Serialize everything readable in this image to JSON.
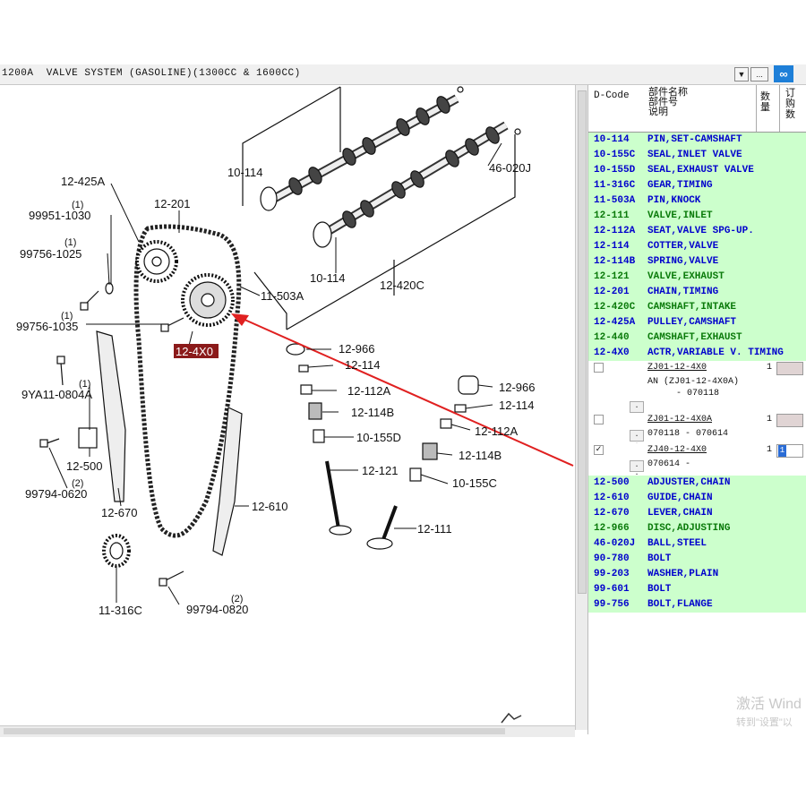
{
  "window": {
    "title": "1200A  VALVE SYSTEM (GASOLINE)(1300CC & 1600CC)",
    "dropdown_glyph": "▼",
    "more_glyph": "...",
    "link_glyph": "∞"
  },
  "diagram": {
    "labels": {
      "l_12_425A": "12-425A",
      "l_12_201": "12-201",
      "l_10_114_top": "10-114",
      "l_46_020J": "46-020J",
      "l_99951_qty": "(1)",
      "l_99951": "99951-1030",
      "l_99756a_qty": "(1)",
      "l_99756a": "99756-1025",
      "l_99756b_qty": "(1)",
      "l_99756b": "99756-1035",
      "l_10_114_mid": "10-114",
      "l_11_503A": "11-503A",
      "l_12_420C": "12-420C",
      "l_12_4X0": "12-4X0",
      "l_12_966a": "12-966",
      "l_12_114a": "12-114",
      "l_12_112Aa": "12-112A",
      "l_12_114Ba": "12-114B",
      "l_10_155D": "10-155D",
      "l_12_121": "12-121",
      "l_12_966b": "12-966",
      "l_12_114b": "12-114",
      "l_12_112Ab": "12-112A",
      "l_12_114Bb": "12-114B",
      "l_10_155C": "10-155C",
      "l_12_111": "12-111",
      "l_9YA11_qty": "(1)",
      "l_9YA11": "9YA11-0804A",
      "l_12_500": "12-500",
      "l_99794a_qty": "(2)",
      "l_99794a": "99794-0620",
      "l_12_670": "12-670",
      "l_12_610": "12-610",
      "l_11_316C": "11-316C",
      "l_99794b_qty": "(2)",
      "l_99794b": "99794-0820"
    }
  },
  "panel": {
    "header": {
      "code": "D-Code",
      "name1": "部件名称",
      "name2": "部件号",
      "name3": "说明",
      "qty": "数量",
      "order": "订购数"
    },
    "rows_top": [
      {
        "code": "10-114",
        "name": "PIN,SET-CAMSHAFT"
      },
      {
        "code": "10-155C",
        "name": "SEAL,INLET VALVE"
      },
      {
        "code": "10-155D",
        "name": "SEAL,EXHAUST VALVE"
      },
      {
        "code": "11-316C",
        "name": "GEAR,TIMING"
      },
      {
        "code": "11-503A",
        "name": "PIN,KNOCK"
      },
      {
        "code": "12-111",
        "name": "VALVE,INLET"
      },
      {
        "code": "12-112A",
        "name": "SEAT,VALVE SPG-UP."
      },
      {
        "code": "12-114",
        "name": "COTTER,VALVE"
      },
      {
        "code": "12-114B",
        "name": "SPRING,VALVE"
      },
      {
        "code": "12-121",
        "name": "VALVE,EXHAUST"
      },
      {
        "code": "12-201",
        "name": "CHAIN,TIMING"
      },
      {
        "code": "12-420C",
        "name": "CAMSHAFT,INTAKE"
      },
      {
        "code": "12-425A",
        "name": "PULLEY,CAMSHAFT"
      },
      {
        "code": "12-440",
        "name": "CAMSHAFT,EXHAUST"
      },
      {
        "code": "12-4X0",
        "name": "ACTR,VARIABLE V. TIMING"
      }
    ],
    "sub_items": [
      {
        "part": "ZJ01-12-4X0",
        "qty": "1",
        "line2": "AN (ZJ01-12-4X0A)",
        "line3": "- 070118",
        "checked": ""
      },
      {
        "part": "ZJ01-12-4X0A",
        "qty": "1",
        "line2": "070118  - 070614",
        "checked": ""
      },
      {
        "part": "ZJ40-12-4X0",
        "qty": "1",
        "line2": "070614  -",
        "checked": "✓",
        "order": "1"
      }
    ],
    "rows_bottom": [
      {
        "code": "12-500",
        "name": "ADJUSTER,CHAIN"
      },
      {
        "code": "12-610",
        "name": "GUIDE,CHAIN"
      },
      {
        "code": "12-670",
        "name": "LEVER,CHAIN"
      },
      {
        "code": "12-966",
        "name": "DISC,ADJUSTING"
      },
      {
        "code": "46-020J",
        "name": "BALL,STEEL"
      },
      {
        "code": "90-780",
        "name": "BOLT"
      },
      {
        "code": "99-203",
        "name": "WASHER,PLAIN"
      },
      {
        "code": "99-601",
        "name": "BOLT"
      },
      {
        "code": "99-756",
        "name": "BOLT,FLANGE"
      }
    ],
    "sub_more": ". ."
  },
  "watermark": {
    "line1": "激活 Wind",
    "line2": "转到\"设置\"以"
  },
  "colors": {
    "row_bg": "#ccffcc",
    "row_text": "#0000cc",
    "highlight_text": "#0a7a0a",
    "callout": "#e02020"
  }
}
